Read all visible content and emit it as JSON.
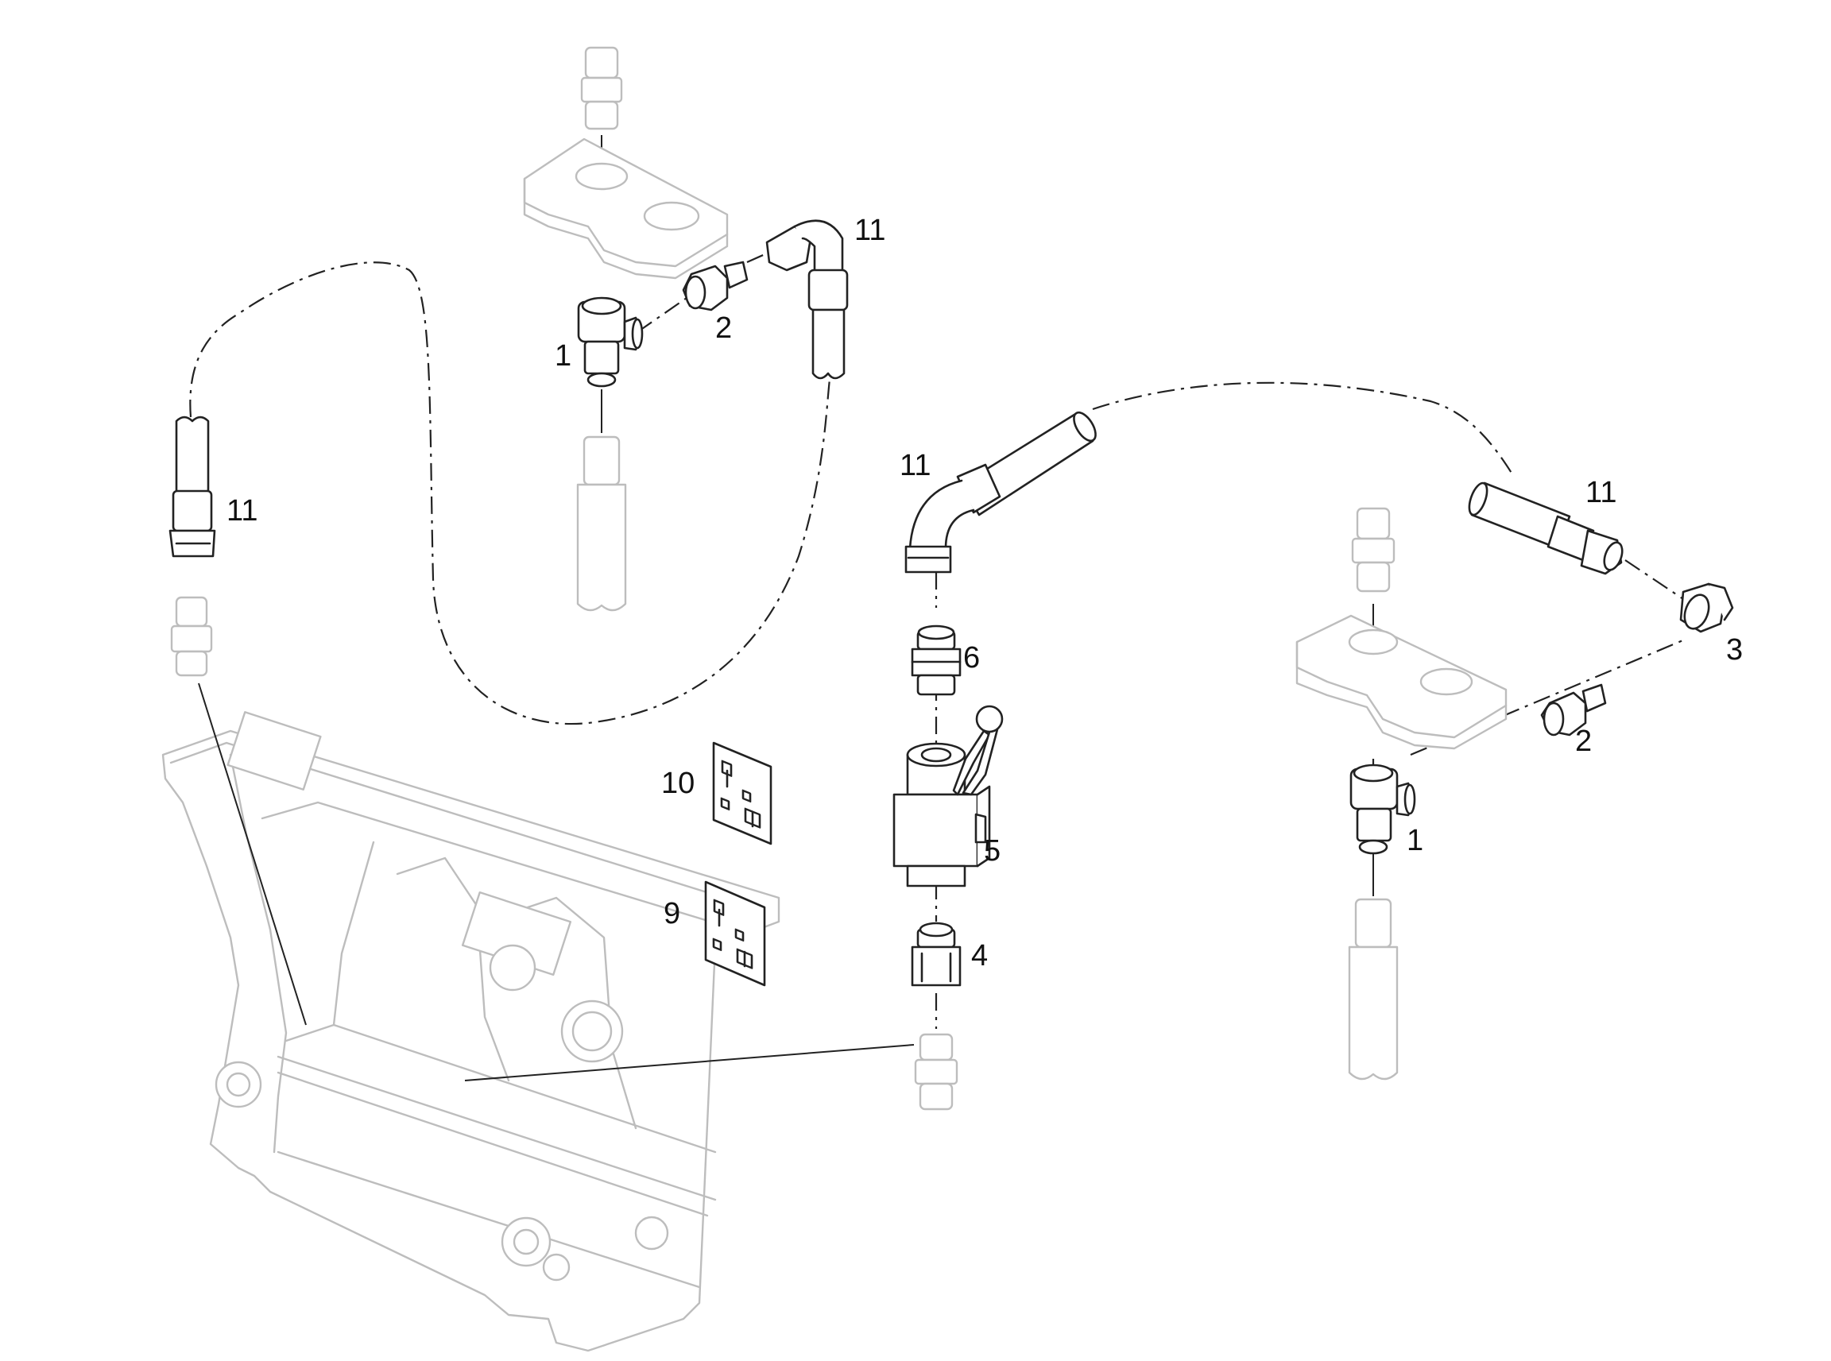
{
  "callouts": {
    "c1_left": "1",
    "c1_right": "1",
    "c2_left": "2",
    "c2_right": "2",
    "c3": "3",
    "c4": "4",
    "c5": "5",
    "c6": "6",
    "c9": "9",
    "c10": "10",
    "c11_left": "11",
    "c11_top": "11",
    "c11_mid": "11",
    "c11_right": "11"
  },
  "colors": {
    "line": "#222222",
    "ghost_line": "#bdbdbd",
    "background": "#ffffff"
  }
}
